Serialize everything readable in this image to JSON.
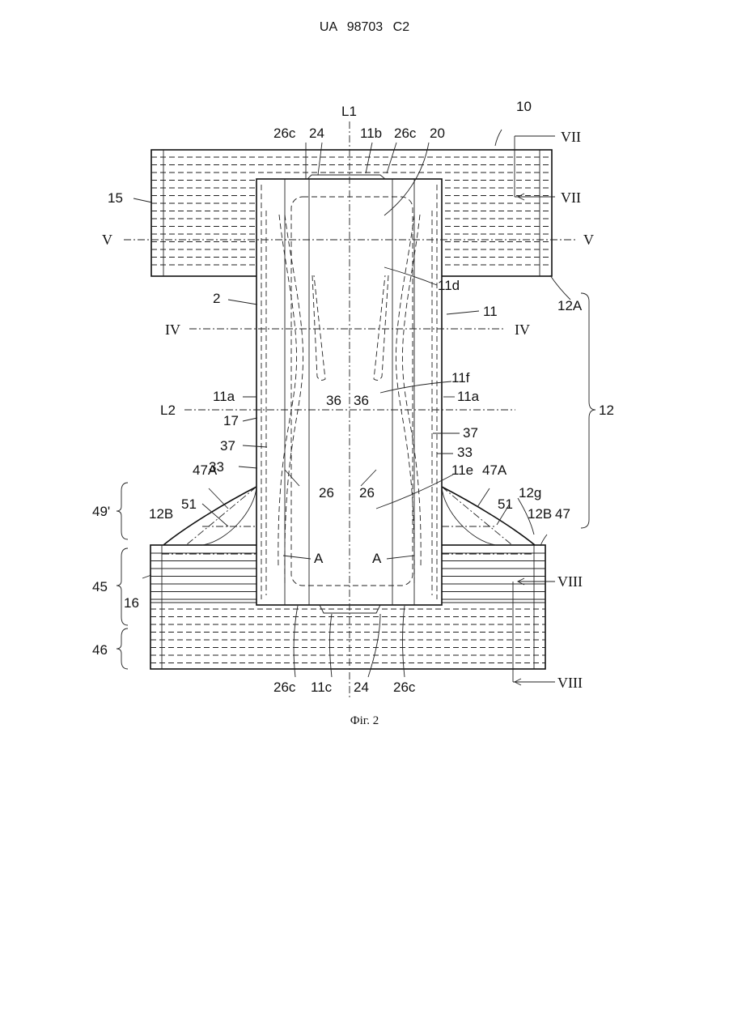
{
  "header": {
    "patent_number": "UA 98703 C2"
  },
  "figure": {
    "caption": "Фіг. 2",
    "labels": [
      "10",
      "L1",
      "11b",
      "20",
      "26c",
      "24",
      "VII",
      "15",
      "V",
      "2",
      "11d",
      "11",
      "12A",
      "IV",
      "11a",
      "L2",
      "11f",
      "36",
      "12",
      "17",
      "37",
      "33",
      "47A",
      "11e",
      "26",
      "12g",
      "51",
      "49'",
      "12B",
      "47",
      "A",
      "45",
      "16",
      "VIII",
      "46",
      "11c"
    ]
  }
}
